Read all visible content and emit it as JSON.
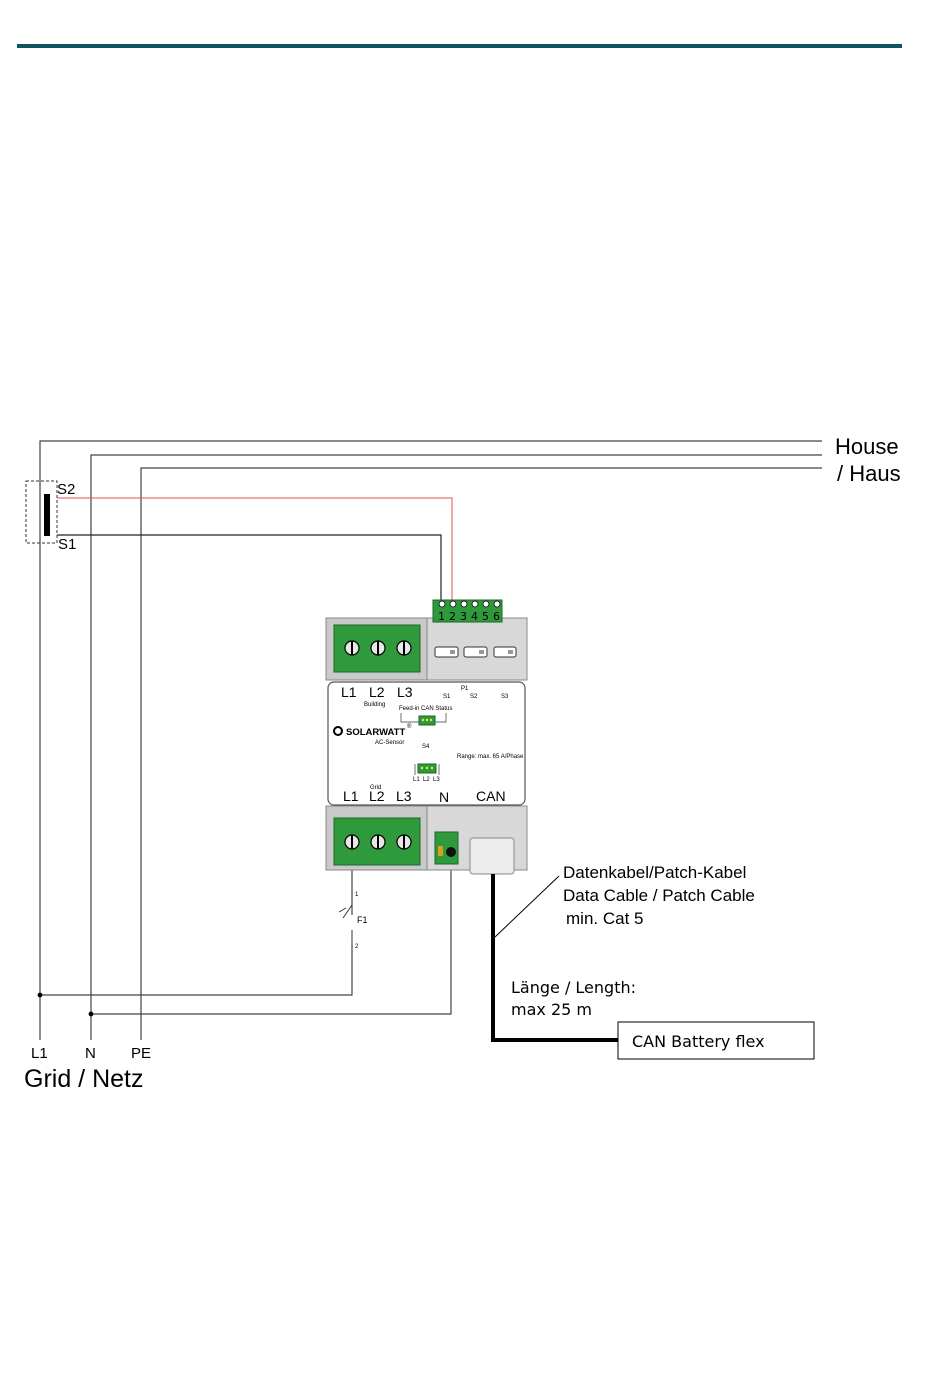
{
  "header": {
    "rule_color": "#0d5360"
  },
  "labels": {
    "house": "House",
    "haus": "/ Haus",
    "s2": "S2",
    "s1": "S1",
    "grid_netz": "Grid / Netz",
    "l1": "L1",
    "n": "N",
    "pe": "PE",
    "f1": "F1",
    "f1_pin1": "1",
    "f1_pin2": "2"
  },
  "device": {
    "brand": "SOLARWATT",
    "model": "AC-Sensor",
    "terminal_numbers": [
      "1",
      "2",
      "3",
      "4",
      "5",
      "6"
    ],
    "top_labels": [
      "L1",
      "L2",
      "L3"
    ],
    "building_label": "Building",
    "s1": "S1",
    "p1": "P1",
    "s2": "S2",
    "s3": "S3",
    "feed_in": "Feed-in CAN Status",
    "s4": "S4",
    "range": "Range: max. 65 A/Phase",
    "small_phases": [
      "L1",
      "L2",
      "L3"
    ],
    "grid_label": "Grid",
    "bottom_labels": [
      "L1",
      "L2",
      "L3",
      "N",
      "CAN"
    ]
  },
  "cable": {
    "line1": "Datenkabel/Patch-Kabel",
    "line2": "Data Cable / Patch Cable",
    "line3": "min. Cat 5",
    "length1": "Länge / Length:",
    "length2": "max 25 m",
    "battery": "CAN Battery flex"
  },
  "colors": {
    "terminal_green": "#2f9a3c",
    "ct_wire": "#e05050",
    "housing": "#d8d8d8"
  }
}
